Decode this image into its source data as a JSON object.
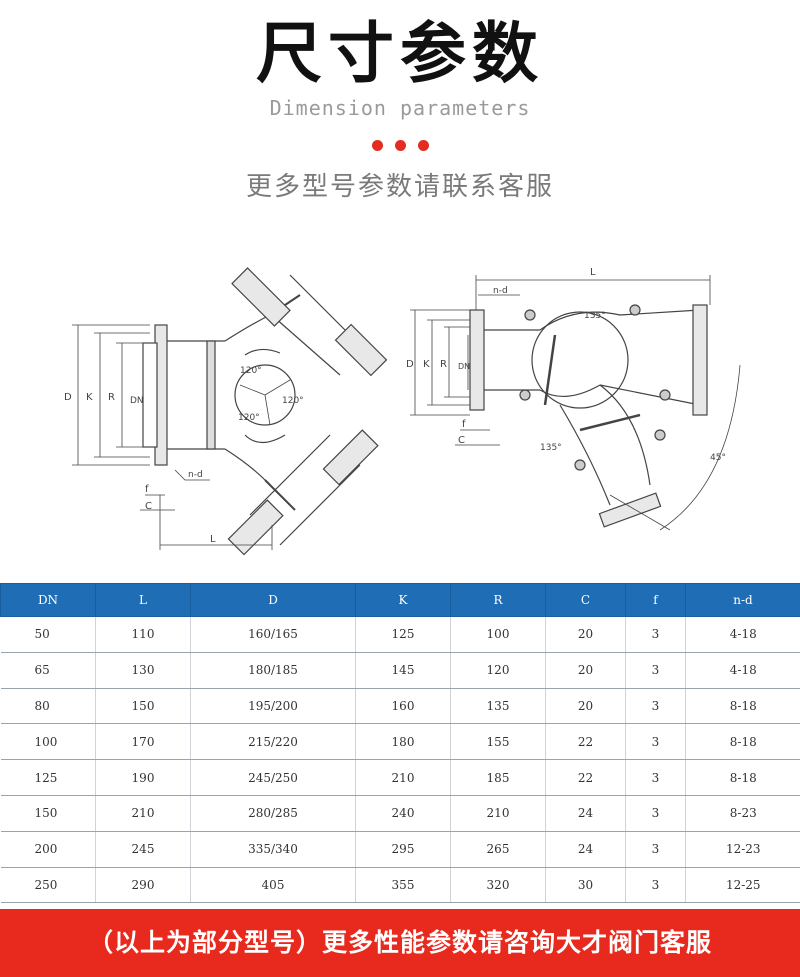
{
  "header": {
    "title_cn": "尺寸参数",
    "title_en": "Dimension parameters",
    "subtitle": "更多型号参数请联系客服"
  },
  "drawing_labels": {
    "left": {
      "D": "D",
      "K": "K",
      "R": "R",
      "DN": "DN",
      "f": "f",
      "C": "C",
      "L": "L",
      "nd": "n-d",
      "a1": "120°",
      "a2": "120°",
      "a3": "120°"
    },
    "right": {
      "L": "L",
      "nd": "n-d",
      "D": "D",
      "K": "K",
      "R": "R",
      "DN": "DN",
      "f": "f",
      "C": "C",
      "a1": "135°",
      "a2": "135°",
      "a3": "45°"
    }
  },
  "table": {
    "headers": [
      "DN",
      "L",
      "D",
      "K",
      "R",
      "C",
      "f",
      "n-d"
    ],
    "rows": [
      [
        "50",
        "110",
        "160/165",
        "125",
        "100",
        "20",
        "3",
        "4-18"
      ],
      [
        "65",
        "130",
        "180/185",
        "145",
        "120",
        "20",
        "3",
        "4-18"
      ],
      [
        "80",
        "150",
        "195/200",
        "160",
        "135",
        "20",
        "3",
        "8-18"
      ],
      [
        "100",
        "170",
        "215/220",
        "180",
        "155",
        "22",
        "3",
        "8-18"
      ],
      [
        "125",
        "190",
        "245/250",
        "210",
        "185",
        "22",
        "3",
        "8-18"
      ],
      [
        "150",
        "210",
        "280/285",
        "240",
        "210",
        "24",
        "3",
        "8-23"
      ],
      [
        "200",
        "245",
        "335/340",
        "295",
        "265",
        "24",
        "3",
        "12-23"
      ],
      [
        "250",
        "290",
        "405",
        "355",
        "320",
        "30",
        "3",
        "12-25"
      ]
    ]
  },
  "footer": {
    "text": "（以上为部分型号）更多性能参数请咨询大才阀门客服"
  },
  "colors": {
    "header_blue": "#1f6db5",
    "accent_red": "#e8291d",
    "dot_red": "#e32d22"
  }
}
